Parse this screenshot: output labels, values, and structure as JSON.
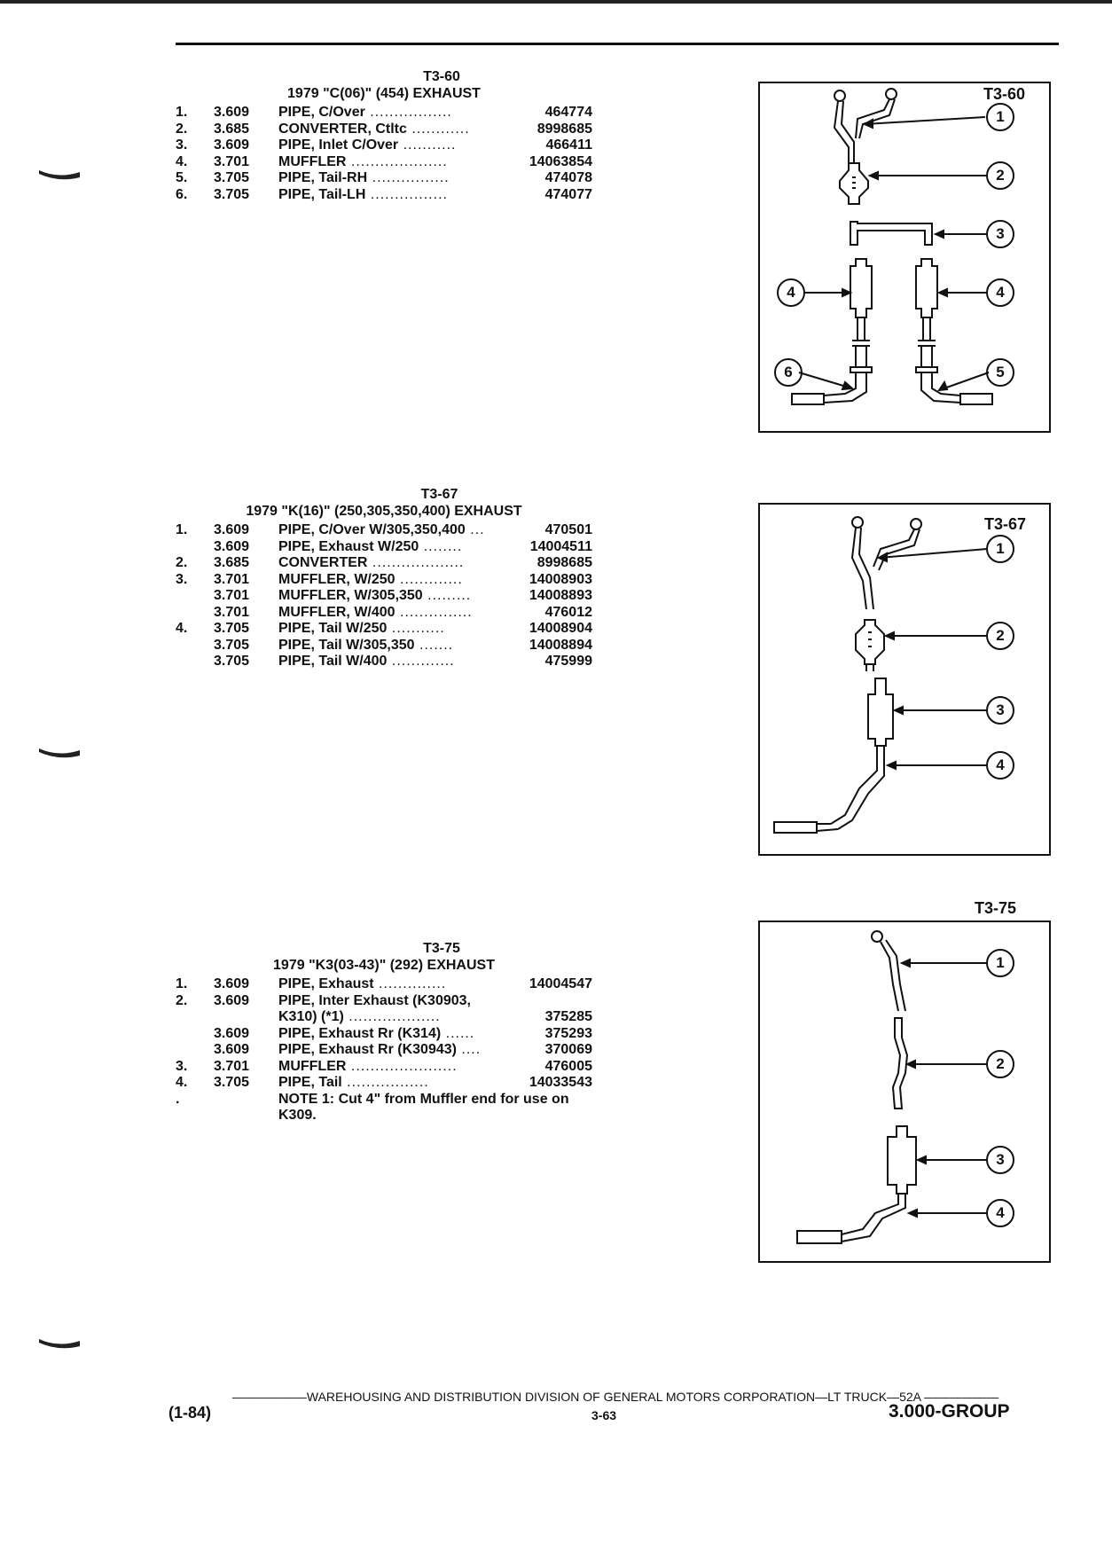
{
  "sections": [
    {
      "code": "T3-60",
      "title": "1979 \"C(06)\" (454) EXHAUST",
      "items": [
        {
          "num": "1.",
          "group": "3.609",
          "desc": "PIPE, C/Over",
          "part": "464774"
        },
        {
          "num": "2.",
          "group": "3.685",
          "desc": "CONVERTER, Ctltc",
          "part": "8998685"
        },
        {
          "num": "3.",
          "group": "3.609",
          "desc": "PIPE, Inlet C/Over",
          "part": "466411"
        },
        {
          "num": "4.",
          "group": "3.701",
          "desc": "MUFFLER",
          "part": "14063854"
        },
        {
          "num": "5.",
          "group": "3.705",
          "desc": "PIPE, Tail-RH",
          "part": "474078"
        },
        {
          "num": "6.",
          "group": "3.705",
          "desc": "PIPE, Tail-LH",
          "part": "474077"
        }
      ]
    },
    {
      "code": "T3-67",
      "title": "1979 \"K(16)\" (250,305,350,400) EXHAUST",
      "items": [
        {
          "num": "1.",
          "group": "3.609",
          "desc": "PIPE, C/Over W/305,350,400",
          "part": "470501"
        },
        {
          "num": "",
          "group": "3.609",
          "desc": "PIPE, Exhaust W/250",
          "part": "14004511"
        },
        {
          "num": "2.",
          "group": "3.685",
          "desc": "CONVERTER",
          "part": "8998685"
        },
        {
          "num": "3.",
          "group": "3.701",
          "desc": "MUFFLER, W/250",
          "part": "14008903"
        },
        {
          "num": "",
          "group": "3.701",
          "desc": "MUFFLER, W/305,350",
          "part": "14008893"
        },
        {
          "num": "",
          "group": "3.701",
          "desc": "MUFFLER, W/400",
          "part": "476012"
        },
        {
          "num": "4.",
          "group": "3.705",
          "desc": "PIPE, Tail W/250",
          "part": "14008904"
        },
        {
          "num": "",
          "group": "3.705",
          "desc": "PIPE, Tail W/305,350",
          "part": "14008894"
        },
        {
          "num": "",
          "group": "3.705",
          "desc": "PIPE, Tail W/400",
          "part": "475999"
        }
      ]
    },
    {
      "code": "T3-75",
      "title": "1979 \"K3(03-43)\" (292) EXHAUST",
      "items": [
        {
          "num": "1.",
          "group": "3.609",
          "desc": "PIPE, Exhaust",
          "part": "14004547"
        },
        {
          "num": "2.",
          "group": "3.609",
          "desc": "PIPE, Inter Exhaust (K30903,",
          "part": ""
        },
        {
          "num": "",
          "group": "",
          "desc": "K310) (*1)",
          "part": "375285"
        },
        {
          "num": "",
          "group": "3.609",
          "desc": "PIPE, Exhaust Rr (K314)",
          "part": "375293"
        },
        {
          "num": "",
          "group": "3.609",
          "desc": "PIPE, Exhaust Rr (K30943)",
          "part": "370069"
        },
        {
          "num": "3.",
          "group": "3.701",
          "desc": "MUFFLER",
          "part": "476005"
        },
        {
          "num": "4.",
          "group": "3.705",
          "desc": "PIPE, Tail",
          "part": "14033543"
        },
        {
          "num": ".",
          "group": "",
          "desc": "NOTE 1: Cut 4\" from Muffler end for use on K309.",
          "part": ""
        }
      ]
    }
  ],
  "diagrams": {
    "d1": {
      "label": "T3-60",
      "callouts": [
        "1",
        "2",
        "3",
        "4",
        "4",
        "6",
        "5"
      ]
    },
    "d2": {
      "label": "T3-67",
      "callouts": [
        "1",
        "2",
        "3",
        "4"
      ]
    },
    "d3": {
      "label": "T3-75",
      "callouts": [
        "1",
        "2",
        "3",
        "4"
      ]
    }
  },
  "footer": {
    "division": "WAREHOUSING AND DISTRIBUTION  DIVISION OF GENERAL MOTORS CORPORATION—LT TRUCK—52A",
    "date": "(1-84)",
    "page": "3-63",
    "group": "3.000-GROUP"
  }
}
